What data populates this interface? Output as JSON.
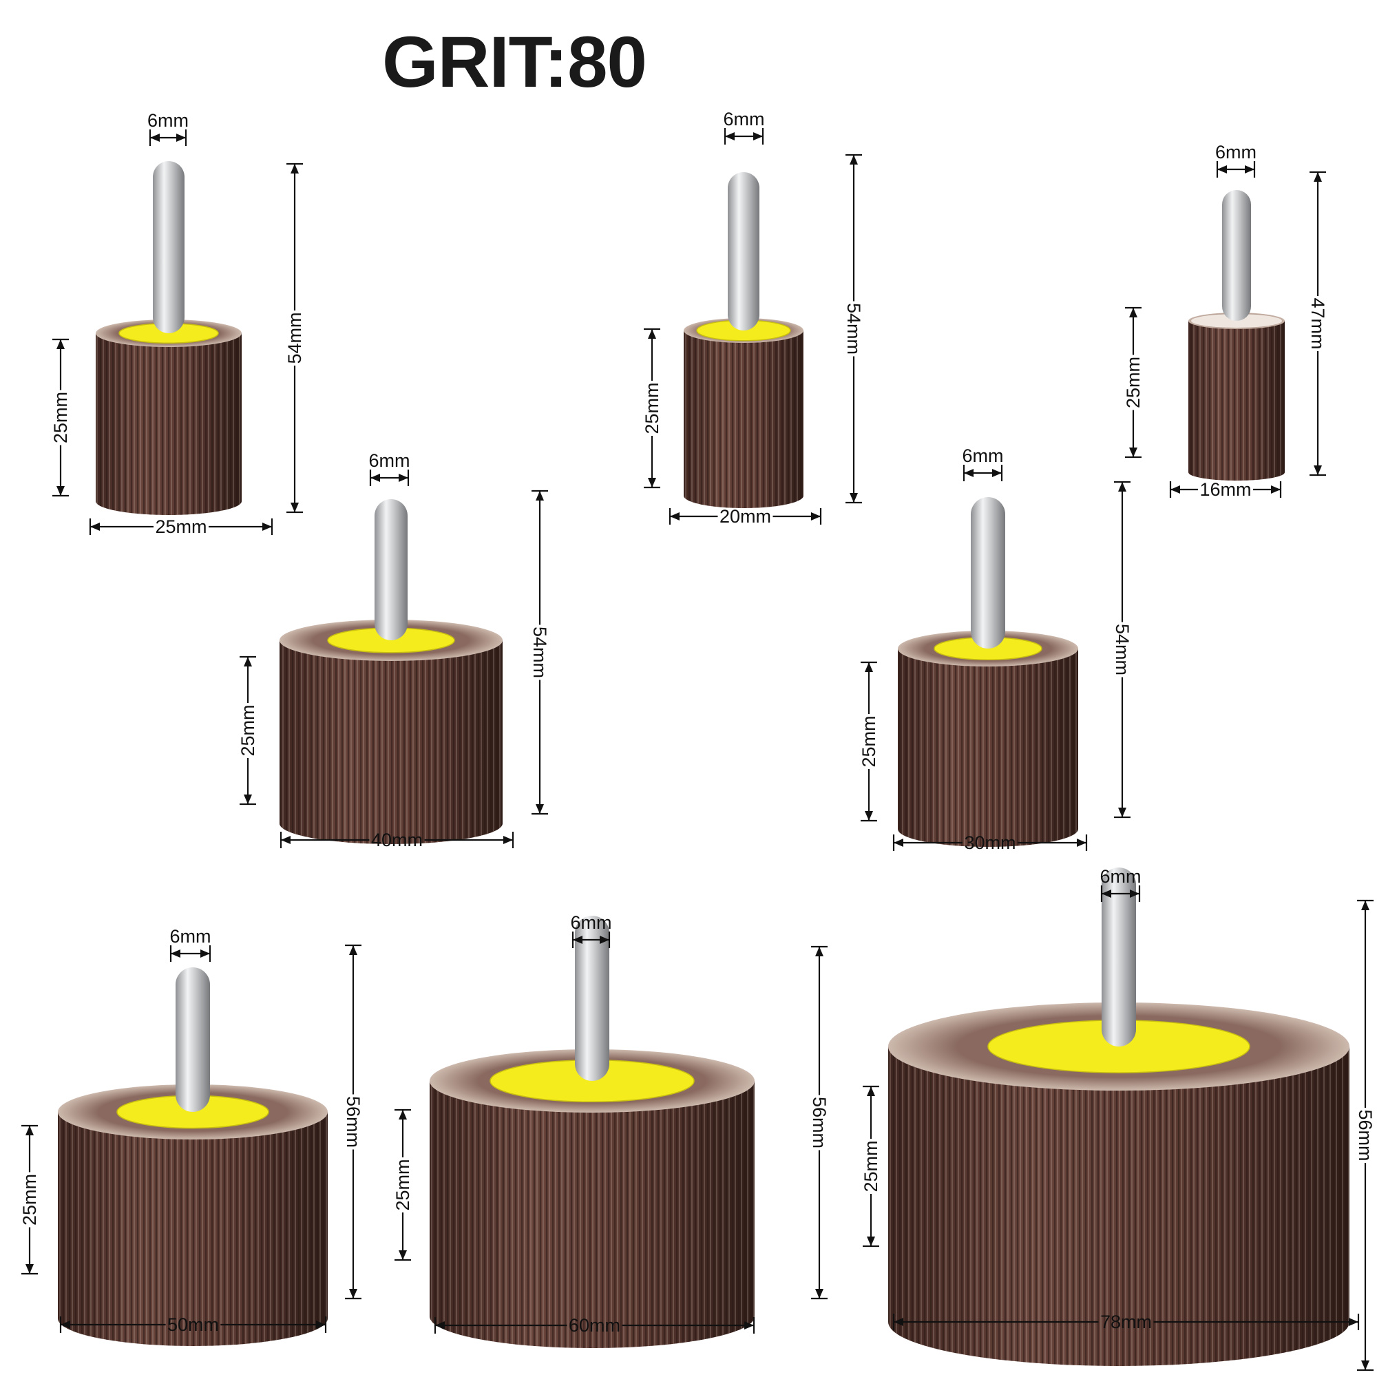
{
  "title": "GRIT:80",
  "colors": {
    "abrasive": "#5e3c34",
    "flap_edge": "#c9b7ab",
    "label": "#f4ec1c",
    "shaft": "#c7c9cc",
    "dim": "#111111"
  },
  "products": [
    {
      "id": "25x25",
      "shaft": "6mm",
      "height": "25mm",
      "length": "54mm",
      "diameter": "25mm"
    },
    {
      "id": "20x25",
      "shaft": "6mm",
      "height": "25mm",
      "length": "54mm",
      "diameter": "20mm"
    },
    {
      "id": "16x25",
      "shaft": "6mm",
      "height": "25mm",
      "length": "47mm",
      "diameter": "16mm"
    },
    {
      "id": "40x25",
      "shaft": "6mm",
      "height": "25mm",
      "length": "54mm",
      "diameter": "40mm"
    },
    {
      "id": "30x25",
      "shaft": "6mm",
      "height": "25mm",
      "length": "54mm",
      "diameter": "30mm"
    },
    {
      "id": "50x25",
      "shaft": "6mm",
      "height": "25mm",
      "length": "56mm",
      "diameter": "50mm"
    },
    {
      "id": "60x25",
      "shaft": "6mm",
      "height": "25mm",
      "length": "56mm",
      "diameter": "60mm"
    },
    {
      "id": "78x25",
      "shaft": "6mm",
      "height": "25mm",
      "length": "56mm",
      "diameter": "78mm"
    }
  ]
}
